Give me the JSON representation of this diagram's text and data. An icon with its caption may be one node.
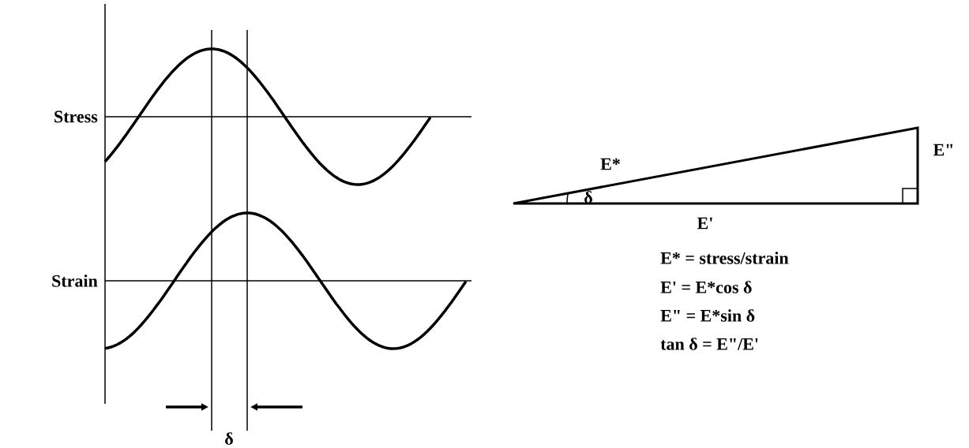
{
  "diagram": {
    "labels": [
      "Stress",
      "Strain",
      "δ",
      "E*",
      "E\"",
      "δ",
      "E'",
      "E* = stress/strain",
      "E' = E*cos δ",
      "E\" = E*sin δ",
      "tan δ = E\"/E'"
    ]
  }
}
